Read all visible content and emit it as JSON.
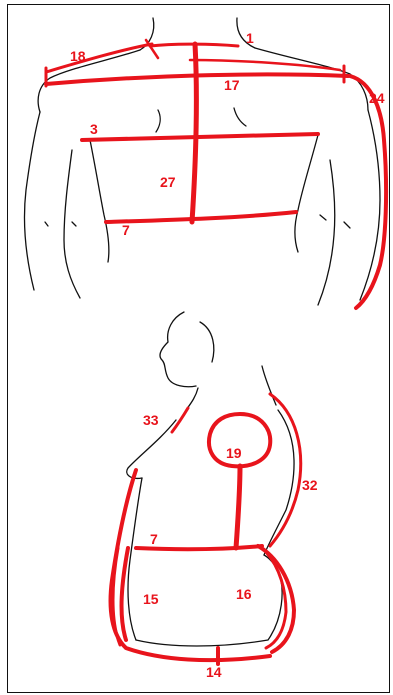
{
  "colors": {
    "measure": "#e8141c",
    "outline": "#111111"
  },
  "back_view": {
    "labels": {
      "neck": "1",
      "shoulder": "18",
      "back_width": "17",
      "arm": "24",
      "chest": "3",
      "back_length": "27",
      "waist": "7"
    }
  },
  "side_view": {
    "labels": {
      "bust": "33",
      "armhole": "19",
      "side_back": "32",
      "waist": "7",
      "front_hip": "15",
      "back_hip": "16",
      "crotch": "14"
    }
  }
}
